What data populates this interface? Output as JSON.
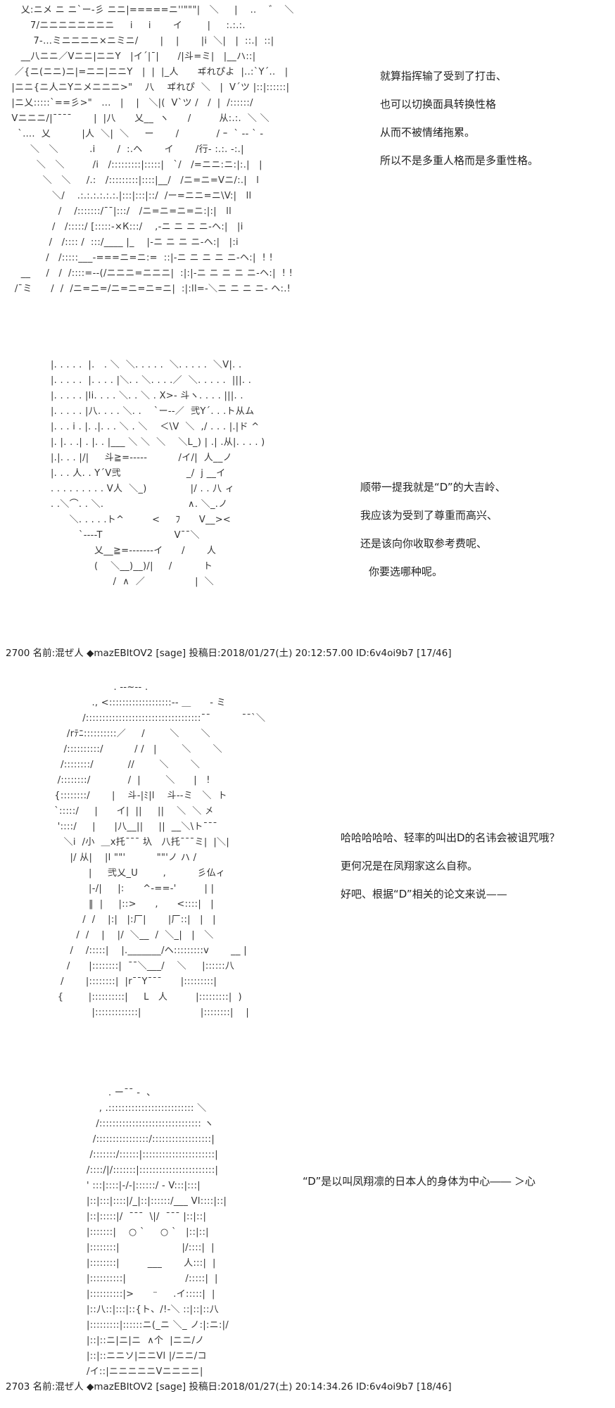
{
  "panels": [
    {
      "art": [
        "    乂:ニメ ニ ニ`ー‐彡 ニニ|=====ニ''\"\"\"|   ＼     |    ..    ゛  ＼",
        "       7/ニニニニニニニニ     i     i       イ        |     :.:.:.",
        "        7‐…ミニニニニ×ニミニ/       |    |       |i  ＼|   |  ::.|  ::|",
        "    __八ニニ／Vニニ|ニニY   |イ´|¯|      /|斗=ミ|   |__ハ::|",
        "  ／{ニ(ニニ)ニ|=ニニ|ニニY   |  |  |_人      ヸれぴよ  |..:`Y´..   |",
        " |ニニ{ニ人ニYニメニニニ>\"    八    ヸれぴ  ＼   |  V´ツ |::|::::::|",
        " |ニ乂:::::`==彡>\"   ...   |    |   ＼|(  V`ツ /   /  |  /::::::/",
        " Vニニニ/|¯¯¯¯       |  |八      乂__  ヽ      /         从:.:.  ＼ ＼",
        "   `….  乂          |人  ＼|  ＼     ー       /            / ｰ  ` ‐- ` ‐",
        "       ＼   ＼          .i       /  :.ヘ       イ       /行‐ :.:. ‐:.|",
        "         ＼   ＼         /i   /:::::::::|:::::|   `/   /=ニニ:ニ:|:.|   |",
        "           ＼   ＼     /.:   /:::::::::|::::|__/   /ニ=ニ=Vニ/:.|   l",
        "              ＼/    .:.:.:.:.:.:.|:::|:::|::/  /ー=ニニ=ニ\\V:|   ll",
        "                /    /:::::::/¯¯|:::/   /ニ=ニ=ニ=ニ:|:|   ll",
        "              /   /:::::/ [:::::-×К:::/    ,-ニ ニ ニ ニ-ヘ:|   |i",
        "             /   /:::: /  :::/____ |_    |-ニ ニ ニ ニ-ヘ:|   |:i",
        "            /   /:::::___-===ニ=ニ:=  ::|-ニ ニ ニ ニ ニ-ヘ:|  ! !",
        "    __     /   /  /::::=--(/ニニニ=ニニニ|  :|:|-ニ ニ ニ ニ ニ-ヘ:|  ! !",
        "  /¯ミ      /  /  /ニ=ニ=/ニ=ニ=ニ=ニ|  :|:ll=-＼ニ ニ ニ ニ- ヘ:.!"
      ],
      "dialog": [
        "就算指挥输了受到了打击、",
        "也可以切换面具转换性格",
        "从而不被情绪拖累。",
        "所以不是多重人格而是多重性格。"
      ]
    },
    {
      "art": [
        "|. . . . .  |.   . ＼  ＼. . . . .  ＼. . . . .  ＼V|. .",
        "|. . . . .  |. . . . |＼. . ＼. . . .／  ＼. . . . .  |||. .",
        "|. . . . . |li. . . . ＼. . ＼ . X>‐ 斗ヽ. . . . |||. .",
        "|. . . . . |八. . . . ＼. .    `ー--／  弐Y´. . .ト从ム",
        "|. . . i . |. .|. . . ＼ . ＼    ＜\\V  ＼  ,/ . . . |.|ド ^",
        "|. |. . .| . |. . |___ ＼ ＼  ＼    ＼L_) | .| .从|. . . . )",
        "|.|. . . |/|     斗≧=-----          /イ/|  人__ノ",
        "|. . . 人. . Y´V弐                     _/  j __イ",
        ". . . . . . . . . V人  ＼_)              |/ . . 八 ィ",
        ". .＼⌒. . ＼.                           ∧. ＼_.ノ",
        "      ＼. . . . .ト^         <     ﾌ      V__><",
        "         `----T                       V¯¯＼",
        "              乂__≧=-------イ      /       人",
        "              (    ＼__)__)/|     /          ト",
        "                    /  ∧  ／                |  ＼"
      ],
      "dialog": [
        "顺带一提我就是“D”的大吉岭、",
        "我应该为受到了尊重而高兴、",
        "还是该向你收取参考费呢、",
        "你要选哪种呢。"
      ],
      "post": "2700 名前:混ぜ人 ◆mazEBItOV2 [sage] 投稿日:2018/01/27(土) 20:12:57.00 ID:6v4oi9b7 [17/46]"
    },
    {
      "art": [
        "                      . -‐~-- .",
        "               ., <:::::::::::::::::::‐- ＿      - ミ",
        "            /:::::::::::::::::::::::::::::::::::¯¯          ¯¯`＼",
        "       /rﾃﾆ::::::::::／     /        ＼       ＼",
        "      /::::::::::/          / /   |        ＼       ＼",
        "     /::::::::/           //        ＼       ＼",
        "    /::::::::/            /  |        ＼      |   !",
        "   {::::::::/       |    斗-|ﾐ|l    斗--ミ   ＼  ト",
        "   `:::::/     |      イ|  ||     ||    ＼  ＼ 㐅",
        "    '::::/     |      |八__||     ||  __＼\\ト¯¯¯",
        "      ＼i  /小  ＿x托¯¯¯ 圦   八托¯¯¯ミ|  |＼|",
        "        |/ 从|    |l \"\"'          \"\"'ノ ハ /",
        "              |     弐乂_U        ,          彡仏ィ",
        "              |-/|     |:      ^‐==‐'         | |",
        "              ‖  |     |::>      ,      <::::|   |",
        "            /  /    |:|   |:厂|       |厂::|   |   |",
        "          /  /    |    |/  ＼__  /  ＼_|   |   ＼",
        "        /    /:::::|    |._______/ヘ:::::::::v       __ |",
        "       /      |::::::::|  ¯¯＼___/    ＼     |::::::八",
        "     /       |::::::::|  |r¯¯Y¯¯¯      |:::::::::|",
        "    {        |::::::::::|     L   人         |:::::::::|  )",
        "               |:::::::::::::|                   |::::::::|    |"
      ],
      "dialog": [
        "哈哈哈哈哈、轻率的叫出D的名讳会被诅咒哦？",
        "更何况是在凤翔家这么自称。",
        "好吧、根据“D”相关的论文来说——"
      ]
    },
    {
      "art": [
        "              . ー¯¯ ‐  、",
        "           , .:::::::::::::::::::::::::: ＼",
        "          /::::::::::::::::::::::::::::::: ヽ",
        "         /::::::::::::::::/::::::::::::::::::|",
        "        /:::::::/::::::|::::::::::::::::::::::|",
        "       /::::/|/:::::::|:::::::::::::::::::::::|",
        "       ' :::|::::|-/‐|::::::/ - V:::|:::|",
        "       |::|:::|::::|/_|::|::::::/___ Vl::::|::|",
        "       |::|:::::|/  ¯¯¯  \\|/  ¯¯¯ |::|::|",
        "       |:::::::|    ○ `     ○ `   |::|::|",
        "       |::::::::|                    |/::::|  |",
        "       |::::::::|         ___       人:::|  |",
        "       |::::::::::|                   /:::::|  |",
        "       |::::::::::|>      ⁻     .イ:::::|  |",
        "       |::八::|:::|::{ト、/!-＼ ::|::|::八",
        "       |:::::::::|::::::ニ(_ニ ＼_ ノ:|:ニ:|/",
        "       |::|::ニ|ニ|ニ  ∧个  |ニニ/ノ",
        "       |::|::ニニソ|ニニVl |/ニニ/コ",
        "       /イ::|ニニニニニVニニニニ|"
      ],
      "dialog": [
        "“D”是以叫凤翔凛的日本人的身体为中心―― ＞心"
      ],
      "post": "2703 名前:混ぜ人 ◆mazEBItOV2 [sage] 投稿日:2018/01/27(土) 20:14:34.26 ID:6v4oi9b7 [18/46]"
    }
  ]
}
